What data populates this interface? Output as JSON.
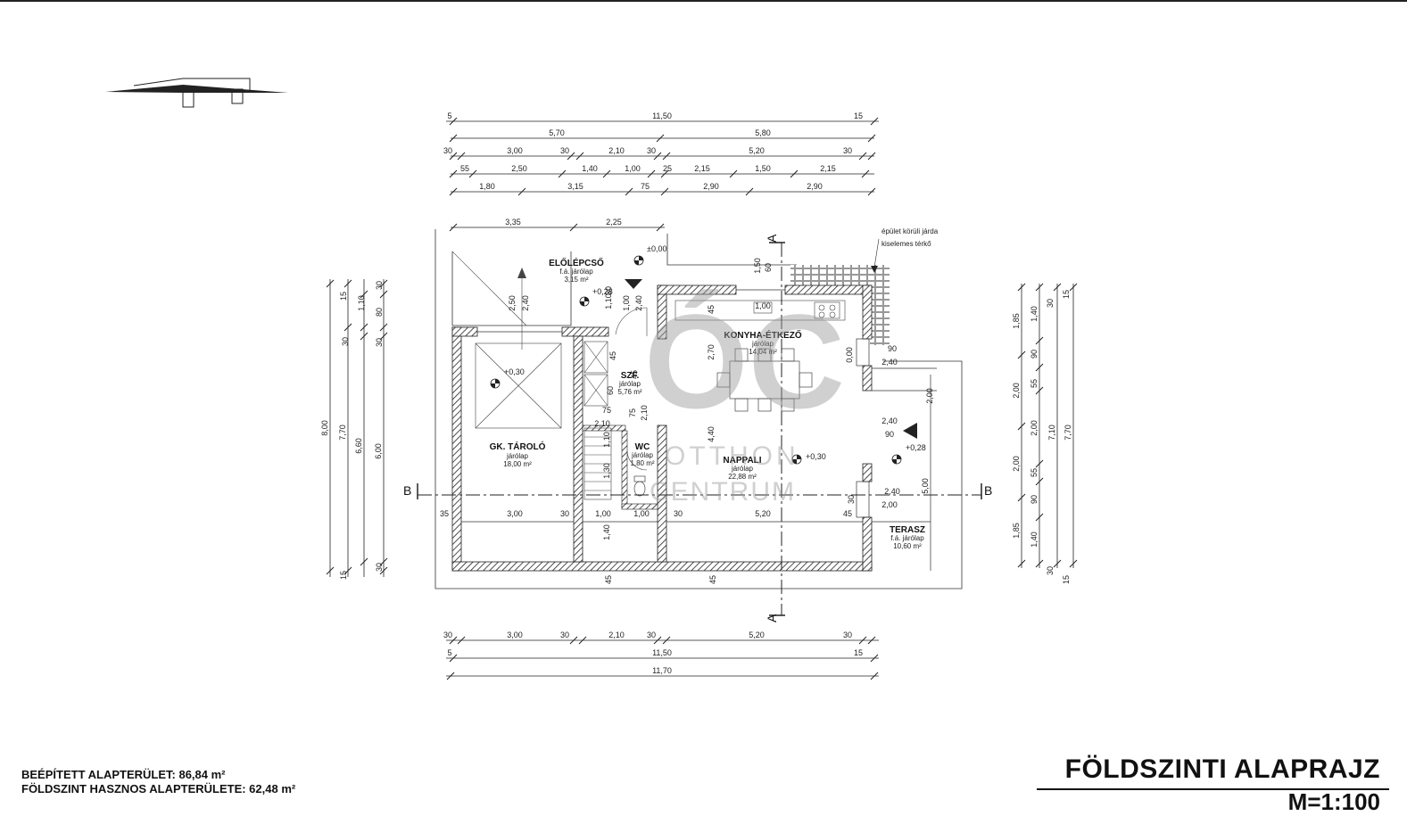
{
  "title": "FÖLDSZINTI ALAPRAJZ",
  "scale": "M=1:100",
  "footer": {
    "built_area": "BEÉPÍTETT ALAPTERÜLET: 86,84 m²",
    "usable_area": "FÖLDSZINT HASZNOS ALAPTERÜLETE: 62,48 m²"
  },
  "watermark": {
    "logo": "ÓC",
    "line1": "OTTHON",
    "line2": "CENTRUM"
  },
  "note": {
    "line1": "épület körüli járda",
    "line2": "kiselemes térkő"
  },
  "sections": {
    "a": "A",
    "b": "B"
  },
  "elevations": {
    "entry": "±0,00",
    "porch": "+0,28",
    "garage": "+0,30",
    "living": "+0,30",
    "terrace": "+0,28"
  },
  "rooms": {
    "porch": {
      "name": "ELŐLÉPCSŐ",
      "floor": "f.á. járólap",
      "area": "3,15 m²"
    },
    "hall": {
      "name": "SZF.",
      "floor": "járólap",
      "area": "5,76 m²"
    },
    "garage": {
      "name": "GK. TÁROLÓ",
      "floor": "járólap",
      "area": "18,00 m²"
    },
    "wc": {
      "name": "WC",
      "floor": "járólap",
      "area": "1,80 m²"
    },
    "kitchen": {
      "name": "KONYHA-ÉTKEZŐ",
      "floor": "járólap",
      "area": "14,04 m²"
    },
    "living": {
      "name": "NAPPALI",
      "floor": "járólap",
      "area": "22,88 m²"
    },
    "terrace": {
      "name": "TERASZ",
      "floor": "f.á. járólap",
      "area": "10,60 m²"
    }
  },
  "dims": {
    "top1": [
      "5",
      "11,50",
      "15"
    ],
    "top2": [
      "5,70",
      "5,80"
    ],
    "top3": [
      "30",
      "3,00",
      "30",
      "2,10",
      "30",
      "5,20",
      "30"
    ],
    "top4": [
      "55",
      "2,50",
      "1,40",
      "1,00",
      "25",
      "2,15",
      "1,50",
      "2,15"
    ],
    "top5": [
      "1,80",
      "3,15",
      "75",
      "2,90",
      "2,90"
    ],
    "top6": [
      "3,35",
      "2,25"
    ],
    "bot1": [
      "30",
      "3,00",
      "30",
      "2,10",
      "30",
      "5,20",
      "30"
    ],
    "bot2": [
      "5",
      "11,50",
      "15"
    ],
    "bot3": [
      "11,70"
    ],
    "left1": [
      "8,00"
    ],
    "left2": [
      "7,70"
    ],
    "left3": [
      "6,60"
    ],
    "left4": [
      "6,00"
    ],
    "left_small": [
      "15",
      "1,10",
      "30",
      "80",
      "30",
      "15",
      "30",
      "30"
    ],
    "right1": [
      "1,85",
      "2,00",
      "2,00",
      "1,85"
    ],
    "right2": [
      "1,40",
      "90",
      "55",
      "2,00",
      "55",
      "90",
      "1,40"
    ],
    "right3": [
      "7,10"
    ],
    "right4": [
      "7,70"
    ],
    "right_small": [
      "30",
      "15",
      "30",
      "15"
    ],
    "inner": [
      "2,50",
      "2,40",
      "1,00",
      "2,40",
      "1,10",
      "30",
      "60",
      "1,50",
      "45",
      "2,70",
      "4,40",
      "1,00",
      "75",
      "75",
      "2,10",
      "2,10",
      "60",
      "1,10",
      "1,30",
      "1,40",
      "45",
      "45",
      "0,00",
      "90",
      "2,40",
      "2,00",
      "2,40",
      "90",
      "2,40",
      "2,00",
      "5,00",
      "35",
      "3,00",
      "30",
      "1,00",
      "1,00",
      "30",
      "5,20",
      "45",
      "30",
      "45",
      "45"
    ]
  }
}
